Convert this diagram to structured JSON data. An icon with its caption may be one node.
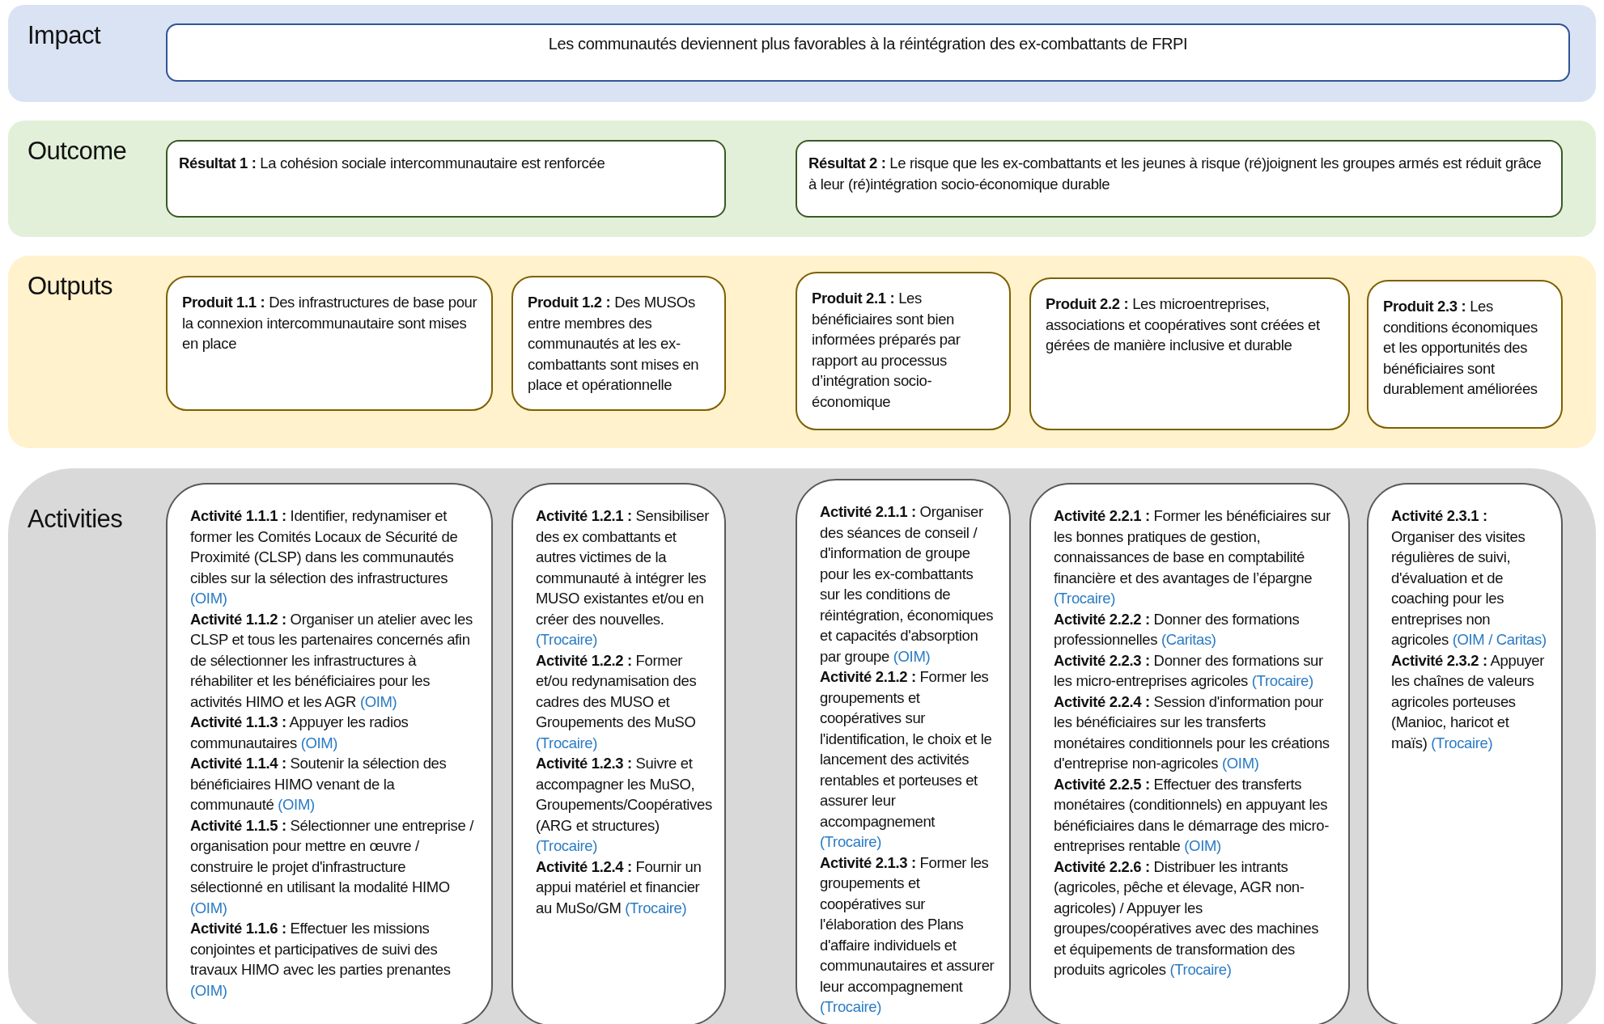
{
  "diagram": {
    "nodes": [
      {
        "text": [
          "Impact"
        ]
      },
      {
        "text": [
          "Les communautés deviennent plus favorables à la réintégration des ex-combattants de FRPI"
        ],
        "in": 0
      },
      {
        "text": [
          "Outcome"
        ]
      },
      {
        "text": [
          "**Résultat 1 :** La cohésion sociale intercommunautaire est renforcée"
        ],
        "in": 2
      },
      {
        "text": [
          "**Résultat 2 :** Le risque que les ex-combattants et les jeunes à risque (ré)joignent les groupes armés est réduit grâce à leur (ré)intégration socio-économique durable"
        ],
        "in": 2
      },
      {
        "text": [
          "Outputs"
        ]
      },
      {
        "text": [
          "**Produit 1.1 :** Des infrastructures de base pour la connexion intercommunautaire sont mises en place"
        ],
        "in": 5
      },
      {
        "text": [
          "**Produit 1.2 :** Des MUSOs entre membres des communautés at les ex-combattants sont mises en place et opérationnelle"
        ],
        "in": 5
      },
      {
        "text": [
          "**Produit 2.1 :** Les bénéficiaires sont bien informées préparés par rapport au processus d’intégration socio-économique"
        ],
        "in": 5
      },
      {
        "text": [
          "**Produit 2.2 :** Les microentreprises, associations et coopératives sont créées et gérées de manière inclusive et durable"
        ],
        "in": 5
      },
      {
        "text": [
          "**Produit 2.3 :** Les conditions économiques et les opportunités des bénéficiaires sont durablement améliorées"
        ],
        "in": 5
      },
      {
        "text": [
          "Activities"
        ]
      },
      {
        "text": [
          "**Activité 1.1.1 :** Identifier, redynamiser et former les Comités Locaux de Sécurité de Proximité (CLSP) dans les communautés cibles sur la sélection des infrastructures (OIM)",
          "**Activité 1.1.2 :** Organiser un atelier avec les CLSP et tous les partenaires concernés afin de sélectionner les infrastructures à réhabiliter et les bénéficiaires pour les activités HIMO et les AGR (OIM)",
          "**Activité 1.1.3 :** Appuyer les radios communautaires (OIM)",
          "**Activité 1.1.4 :** Soutenir la sélection des bénéficiaires HIMO venant de la communauté (OIM)",
          "**Activité 1.1.5 :** Sélectionner une entreprise / organisation pour mettre en œuvre / construire le projet d'infrastructure sélectionné en utilisant la modalité HIMO (OIM)",
          "**Activité 1.1.6 :** Effectuer les missions conjointes et participatives de suivi des travaux HIMO avec les parties prenantes (OIM)"
        ],
        "in": 11
      },
      {
        "text": [
          "**Activité 1.2.1 :** Sensibiliser des ex combattants et autres victimes de la communauté à intégrer les MUSO existantes et/ou en créer des nouvelles. (Trocaire)",
          "**Activité 1.2.2 :** Former et/ou redynamisation des cadres des MUSO et Groupements des MuSO (Trocaire)",
          "**Activité 1.2.3 :** Suivre et accompagner les MuSO, Groupements/Coopératives (ARG et structures) (Trocaire)",
          "**Activité 1.2.4 :** Fournir un appui matériel et financier au MuSo/GM (Trocaire)"
        ],
        "in": 11
      },
      {
        "text": [
          "**Activité 2.1.1 :** Organiser des séances de conseil / d'information de groupe pour les ex-combattants sur les conditions de réintégration, économiques et capacités d'absorption par groupe (OIM)",
          "**Activité 2.1.2 :** Former les groupements et coopératives sur l'identification, le choix et le lancement des activités rentables et porteuses et assurer leur accompagnement (Trocaire)",
          "**Activité 2.1.3 :** Former les groupements et coopératives sur l'élaboration des Plans d'affaire individuels et communautaires et assurer leur accompagnement (Trocaire)"
        ],
        "in": 11
      },
      {
        "text": [
          "**Activité 2.2.1 :** Former les bénéficiaires sur les bonnes pratiques de gestion, connaissances de base en comptabilité financière et des avantages de l’épargne (Trocaire)",
          "**Activité 2.2.2 :** Donner des formations professionnelles (Caritas)",
          "**Activité 2.2.3 :** Donner des formations sur les micro-entreprises agricoles (Trocaire)",
          "**Activité 2.2.4 :** Session d'information pour les bénéficiaires sur les transferts monétaires conditionnels pour les créations d'entreprise non-agricoles (OIM)",
          "**Activité 2.2.5 :** Effectuer des transferts monétaires (conditionnels) en appuyant les bénéficiaires dans le démarrage des micro-entreprises rentable (OIM)",
          "**Activité 2.2.6 :** Distribuer les intrants (agricoles, pêche et élevage, AGR non-agricoles) / Appuyer les groupes/coopératives avec des machines et équipements de transformation des produits agricoles (Trocaire)"
        ],
        "in": 11
      },
      {
        "text": [
          "**Activité 2.3.1 :** Organiser des visites régulières de suivi, d'évaluation et de coaching pour les entreprises non agricoles (OIM / Caritas)",
          "**Activité 2.3.2 :** Appuyer les chaînes de valeurs agricoles porteuses (Manioc, haricot et maïs) (Trocaire)"
        ],
        "in": 11
      }
    ]
  }
}
